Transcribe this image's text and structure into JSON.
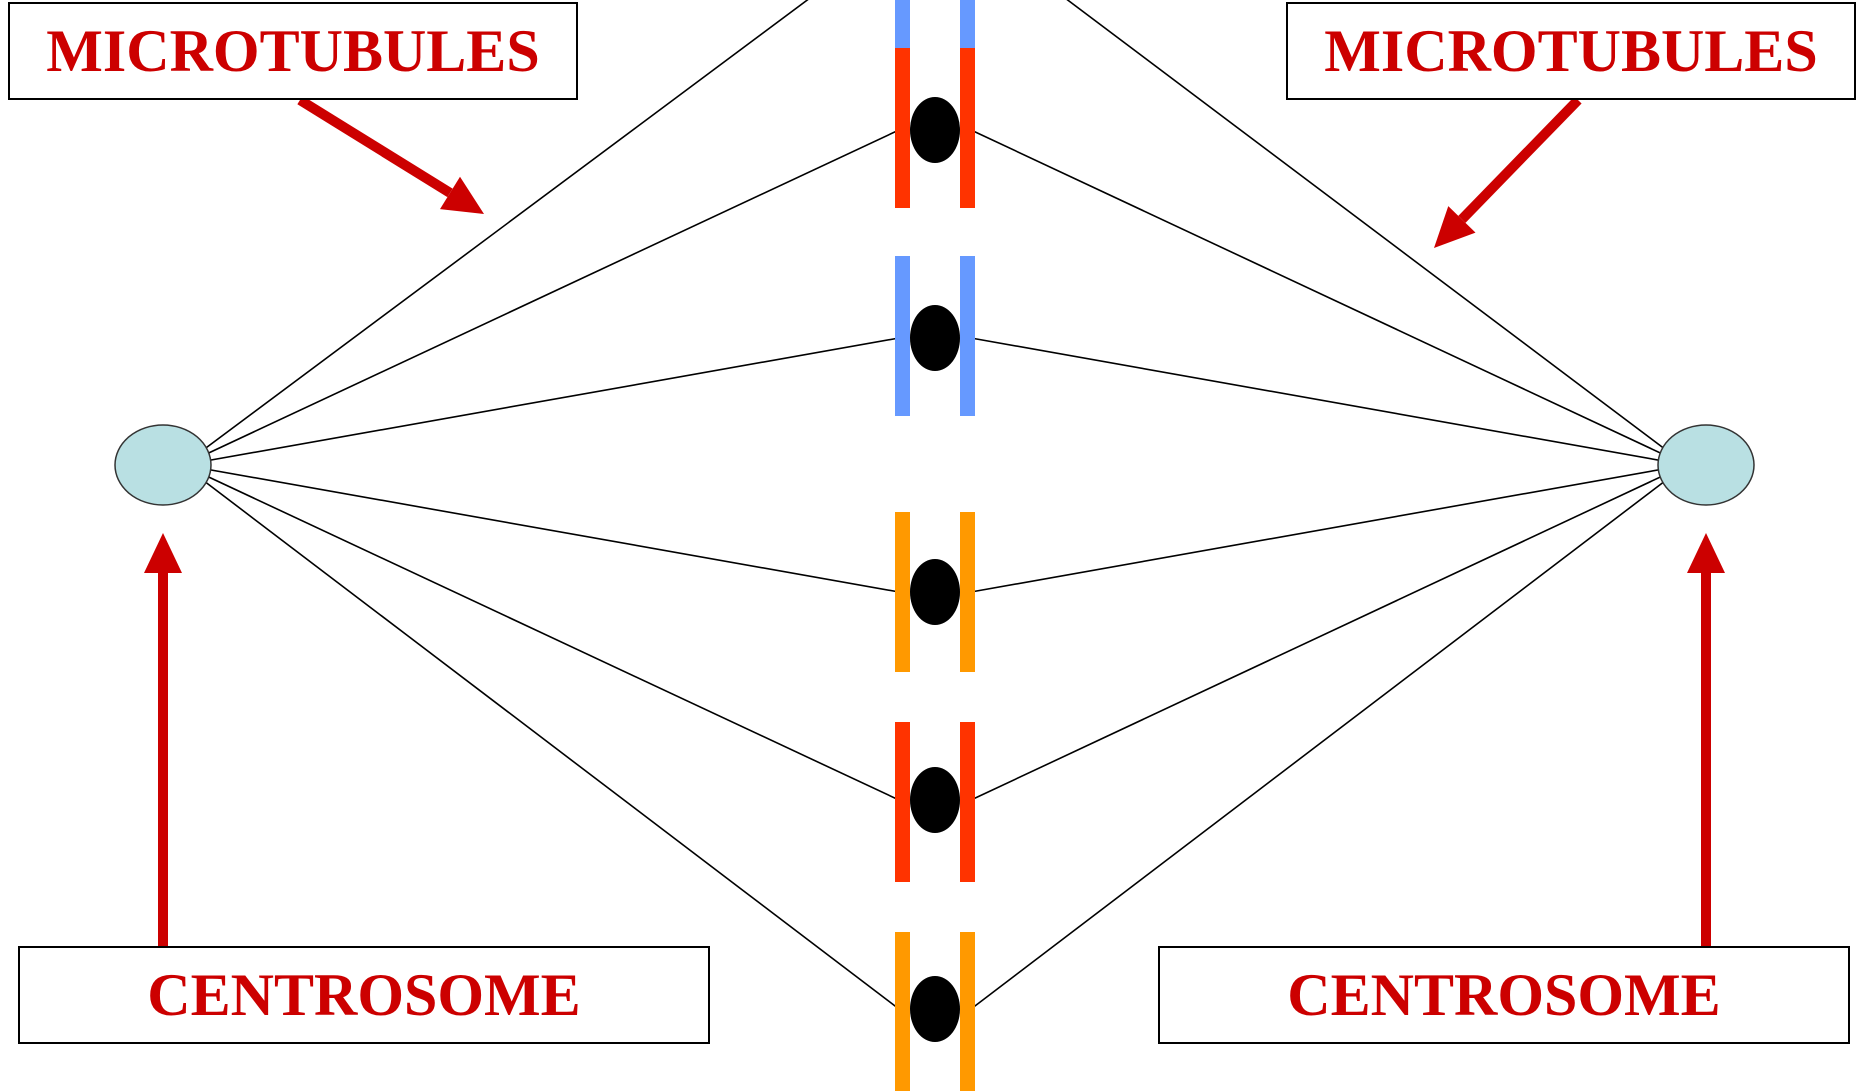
{
  "labels": {
    "microtubules_left": "MICROTUBULES",
    "microtubules_right": "MICROTUBULES",
    "centrosome_left": "CENTROSOME",
    "centrosome_right": "CENTROSOME"
  },
  "colors": {
    "label_text": "#cc0000",
    "arrow": "#cc0000",
    "centrosome_fill": "#b9e0e3",
    "spindle_line": "#000000",
    "centromere": "#000000",
    "chromosome_colors": [
      "#6699ff",
      "#ff3300",
      "#6699ff",
      "#ff9900",
      "#ff3300",
      "#ff9900"
    ]
  },
  "chromosomes": [
    {
      "color": "#6699ff"
    },
    {
      "color": "#ff3300"
    },
    {
      "color": "#6699ff"
    },
    {
      "color": "#ff9900"
    },
    {
      "color": "#ff3300"
    },
    {
      "color": "#ff9900"
    }
  ]
}
